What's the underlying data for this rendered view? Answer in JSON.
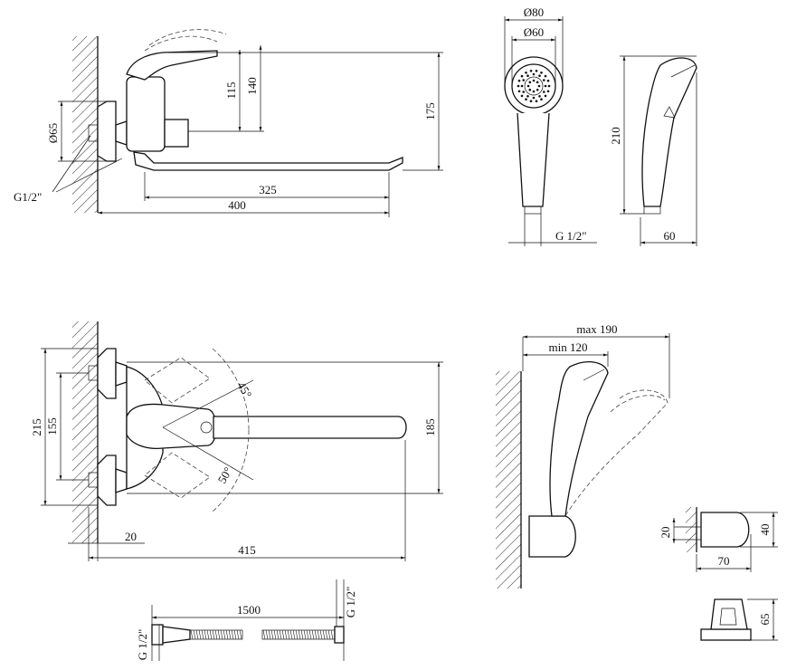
{
  "dimensions": {
    "top_faucet": {
      "d65": "Ø65",
      "h115": "115",
      "h140": "140",
      "h175": "175",
      "w325": "325",
      "w400": "400",
      "thread": "G1/2\""
    },
    "hand_shower_front": {
      "d80": "Ø80",
      "d60": "Ø60",
      "thread": "G 1/2\""
    },
    "hand_shower_side": {
      "h210": "210",
      "w60": "60"
    },
    "plan_view": {
      "h215": "215",
      "h155": "155",
      "h185": "185",
      "w20": "20",
      "w415": "415",
      "angle45": "45°",
      "angle50": "50°"
    },
    "holder_side": {
      "max190": "max 190",
      "min120": "min 120"
    },
    "bracket_small": {
      "h20": "20",
      "h40": "40",
      "w70": "70"
    },
    "bracket_front": {
      "h65": "65"
    },
    "hose": {
      "length": "1500",
      "thread_left": "G 1/2\"",
      "thread_right": "G 1/2\""
    }
  }
}
